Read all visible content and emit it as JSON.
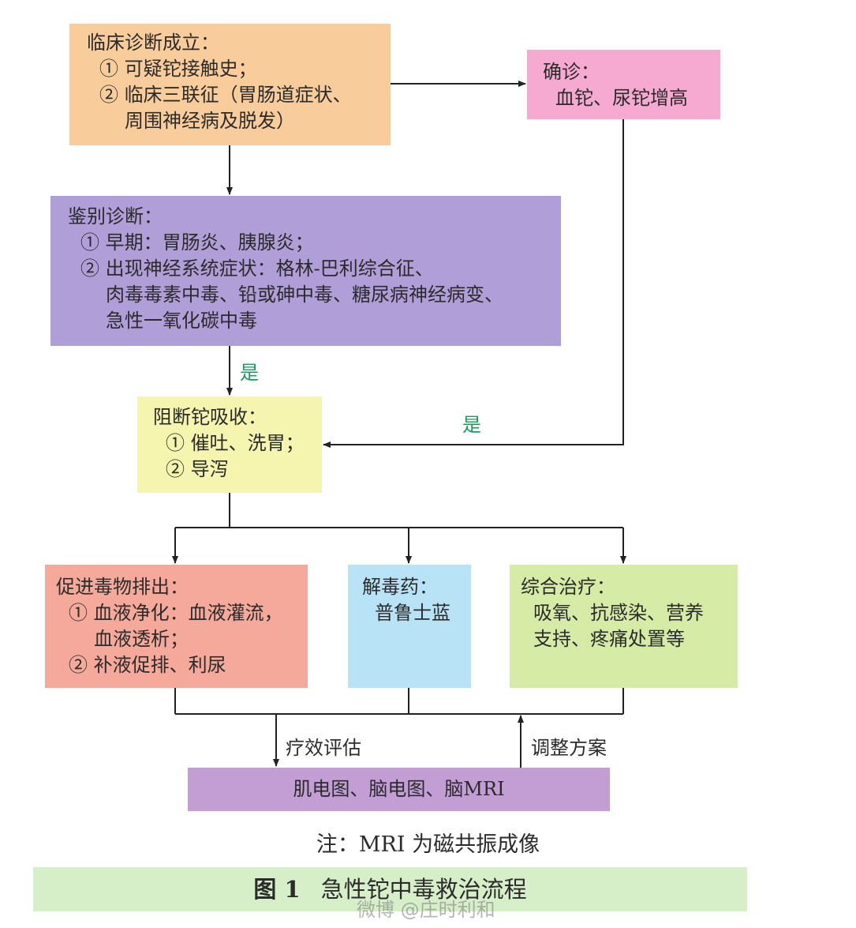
{
  "clinical": {
    "title": "临床诊断成立：",
    "items": [
      "① 可疑铊接触史；",
      "② 临床三联征（胃肠道症状、",
      "周围神经病及脱发）"
    ]
  },
  "confirm": {
    "title": "确诊：",
    "text": "血铊、尿铊增高"
  },
  "differential": {
    "title": "鉴别诊断：",
    "items": [
      "① 早期：胃肠炎、胰腺炎；",
      "② 出现神经系统症状：格林-巴利综合征、",
      "肉毒毒素中毒、铅或砷中毒、糖尿病神经病变、",
      "急性一氧化碳中毒"
    ]
  },
  "block": {
    "title": "阻断铊吸收：",
    "items": [
      "① 催吐、洗胃；",
      "② 导泻"
    ]
  },
  "promote": {
    "title": "促进毒物排出：",
    "items": [
      "① 血液净化：血液灌流，",
      "血液透析；",
      "② 补液促排、利尿"
    ]
  },
  "antidote": {
    "title": "解毒药：",
    "text": "普鲁士蓝"
  },
  "general": {
    "title": "综合治疗：",
    "items": [
      "吸氧、抗感染、营养",
      "支持、疼痛处置等"
    ]
  },
  "exam": {
    "text": "肌电图、脑电图、脑MRI"
  },
  "labels": {
    "yes_left": "是",
    "yes_right": "是",
    "evaluate": "疗效评估",
    "adjust": "调整方案"
  },
  "note": "注：MRI 为磁共振成像",
  "caption": {
    "number": "图 1",
    "title": "急性铊中毒救治流程"
  },
  "watermark": "微博 @庄时利和",
  "colors": {
    "clinical": "#f9cd9b",
    "confirm": "#f6aad2",
    "differential": "#b09ed8",
    "block": "#f6f5b0",
    "promote": "#f5a99a",
    "antidote": "#b8e3f7",
    "general": "#d6eca6",
    "exam": "#c29ed5",
    "caption_band": "#d7efc9",
    "yes_label": "#1a9a5c"
  }
}
